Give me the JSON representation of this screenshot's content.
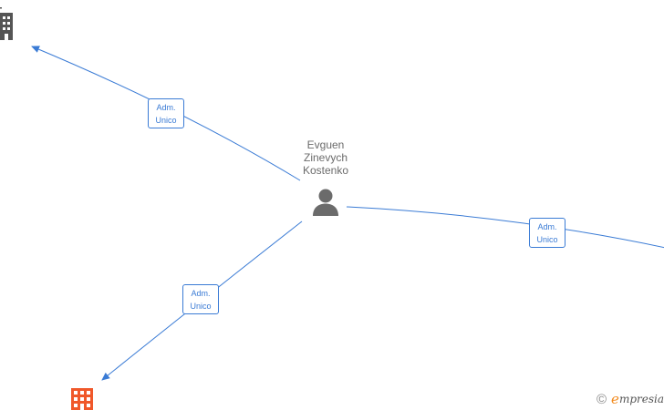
{
  "center_person": {
    "name_lines": [
      "Evguen",
      "Zinevych",
      "Kostenko"
    ],
    "icon": "person-icon"
  },
  "relations": [
    {
      "target": "company-top-left",
      "label_lines": [
        "Adm.",
        "Unico"
      ]
    },
    {
      "target": "company-right",
      "label_lines": [
        "Adm.",
        "Unico"
      ]
    },
    {
      "target": "company-bottom-left",
      "label_lines": [
        "Adm.",
        "Unico"
      ]
    }
  ],
  "companies": [
    {
      "id": "company-top-left",
      "icon": "building-icon",
      "color": "#555555"
    },
    {
      "id": "company-bottom-left",
      "icon": "building-icon",
      "color": "#f0582a"
    }
  ],
  "colors": {
    "edge": "#3a7bd5",
    "person": "#6b6b6b",
    "company_primary": "#f0582a",
    "company_secondary": "#555555",
    "brand_accent": "#f28a1d"
  },
  "watermark": {
    "copyright_symbol": "©",
    "brand_initial": "e",
    "brand_rest": "mpresia"
  }
}
